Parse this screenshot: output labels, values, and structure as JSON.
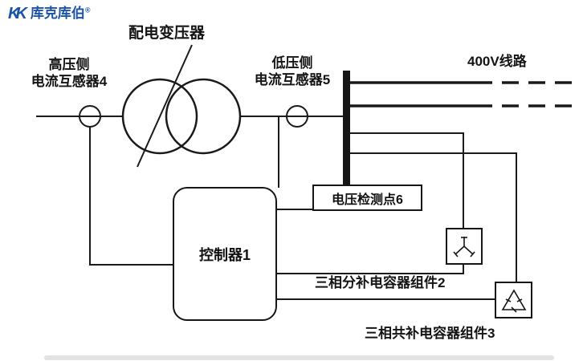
{
  "logo": {
    "icon_text": "KK",
    "text": "库克库伯",
    "reg_mark": "®",
    "color": "#1a53a8"
  },
  "diagram": {
    "transformer_label": "配电变压器",
    "hv_ct_label_line1": "高压侧",
    "hv_ct_label_line2": "电流互感器4",
    "lv_ct_label_line1": "低压侧",
    "lv_ct_label_line2": "电流互感器5",
    "line_400v_label": "400V线路",
    "voltage_point_label": "电压检测点6",
    "controller_label": "控制器1",
    "cap_wye_label": "三相分补电容器组件2",
    "cap_delta_label": "三相共补电容器组件3"
  },
  "colors": {
    "wire": "#1a1a1a",
    "background": "#ffffff"
  }
}
